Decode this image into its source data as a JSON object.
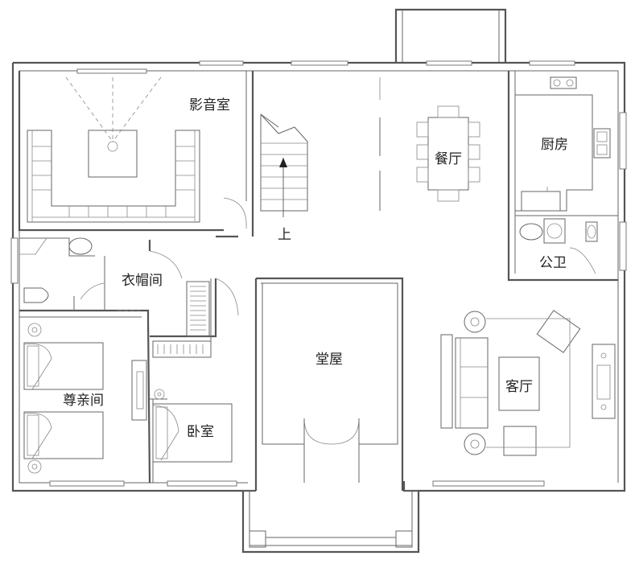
{
  "rooms": {
    "theater": "影音室",
    "dining": "餐厅",
    "kitchen": "厨房",
    "stair_up": "上",
    "cloakroom": "衣帽间",
    "public_bath": "公卫",
    "hall": "堂屋",
    "living": "客厅",
    "elder_room": "尊亲间",
    "bedroom": "卧室"
  }
}
